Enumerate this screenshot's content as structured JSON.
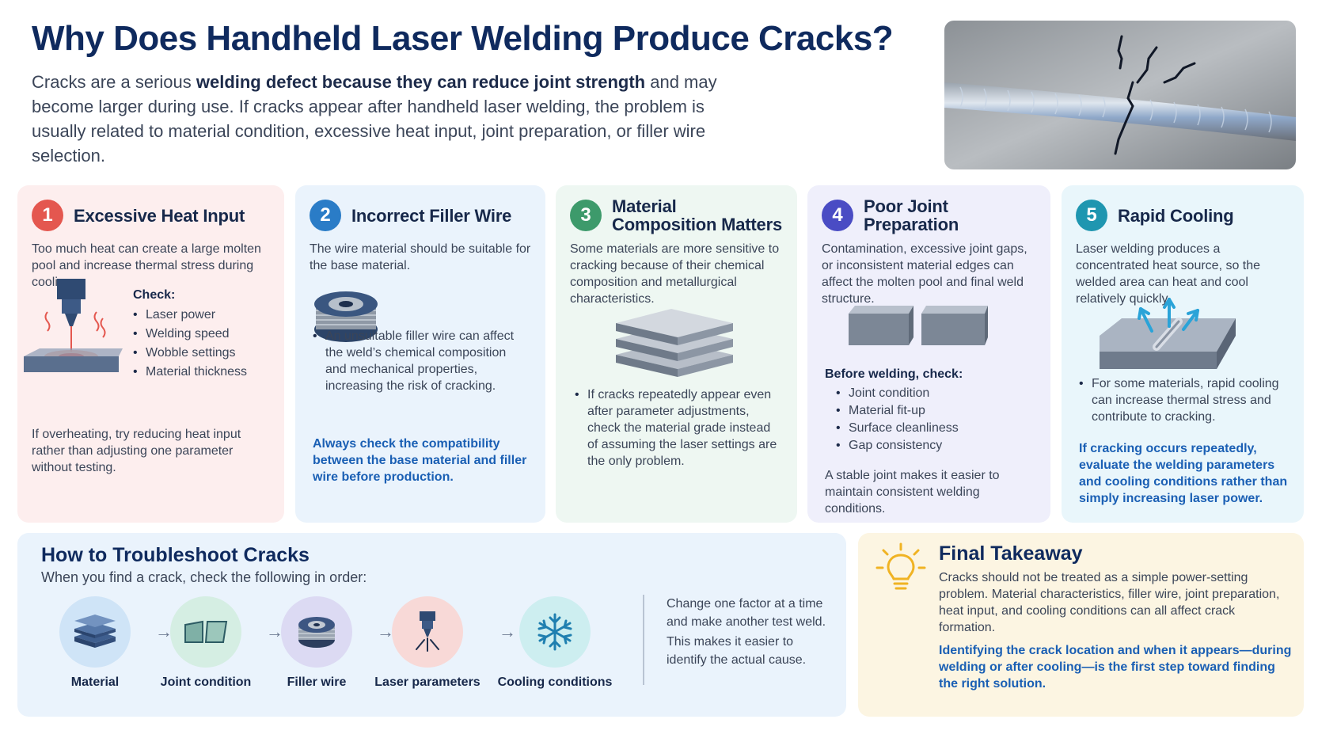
{
  "header": {
    "title": "Why Does Handheld Laser Welding Produce Cracks?",
    "intro_pre": "Cracks are a serious ",
    "intro_bold": "welding defect because they can reduce joint strength",
    "intro_post": " and may become larger during use. If cracks appear after handheld laser welding, the problem is usually related to material condition, excessive heat input, joint preparation, or filler wire selection."
  },
  "cards": [
    {
      "number": "1",
      "title": "Excessive Heat Input",
      "color": "#e4574f",
      "description": "Too much heat can create a large molten pool and increase thermal stress during cooling.",
      "check_label": "Check:",
      "checks": [
        "Laser power",
        "Welding speed",
        "Wobble settings",
        "Material thickness"
      ],
      "note": "If overheating, try reducing heat input rather than adjusting one parameter without testing."
    },
    {
      "number": "2",
      "title": "Incorrect Filler Wire",
      "color": "#2a7cc7",
      "description": "The wire material should be suitable for the base material.",
      "bullet": "An unsuitable filler wire can affect the weld’s chemical composition and mechanical properties, increasing the risk of cracking.",
      "highlight": "Always check the compatibility between the base material and filler wire before production."
    },
    {
      "number": "3",
      "title": "Material Composition Matters",
      "color": "#3d9a6b",
      "description": "Some materials are more sensitive to cracking because of their chemical composition and metallurgical characteristics.",
      "bullet": "If cracks repeatedly appear even after parameter adjustments, check the material grade instead of assuming the laser settings are the only problem."
    },
    {
      "number": "4",
      "title": "Poor Joint Preparation",
      "color": "#4a4cc4",
      "description": "Contamination, excessive joint gaps, or inconsistent material edges can affect the molten pool and final weld structure.",
      "check_label": "Before welding, check:",
      "checks": [
        "Joint condition",
        "Material fit-up",
        "Surface cleanliness",
        "Gap consistency"
      ],
      "note": "A stable joint makes it easier to maintain consistent welding conditions."
    },
    {
      "number": "5",
      "title": "Rapid Cooling",
      "color": "#1f96b0",
      "description": "Laser welding produces a concentrated heat source, so the welded area can heat and cool relatively quickly.",
      "bullet": "For some materials, rapid cooling can increase thermal stress and contribute to cracking.",
      "highlight": "If cracking occurs repeatedly, evaluate the welding parameters and cooling conditions rather than simply increasing laser power."
    }
  ],
  "troubleshoot": {
    "title": "How to Troubleshoot Cracks",
    "subtitle": "When you find a crack, check the following in order:",
    "steps": [
      {
        "label": "Material",
        "icon": "stacked-plates-icon"
      },
      {
        "label": "Joint condition",
        "icon": "joint-plates-icon"
      },
      {
        "label": "Filler wire",
        "icon": "wire-spool-icon"
      },
      {
        "label": "Laser parameters",
        "icon": "laser-head-icon"
      },
      {
        "label": "Cooling conditions",
        "icon": "snowflake-icon"
      }
    ],
    "arrow": "→",
    "note1": "Change one factor at a time and make another test weld.",
    "note2": "This makes it easier to identify the actual cause."
  },
  "takeaway": {
    "title": "Final Takeaway",
    "body": "Cracks should not be treated as a simple power-setting problem. Material characteristics, filler wire, joint preparation, heat input, and cooling conditions can all affect crack formation.",
    "highlight": "Identifying the crack location and when it appears—during welding or after cooling—is the first step toward finding the right solution."
  }
}
